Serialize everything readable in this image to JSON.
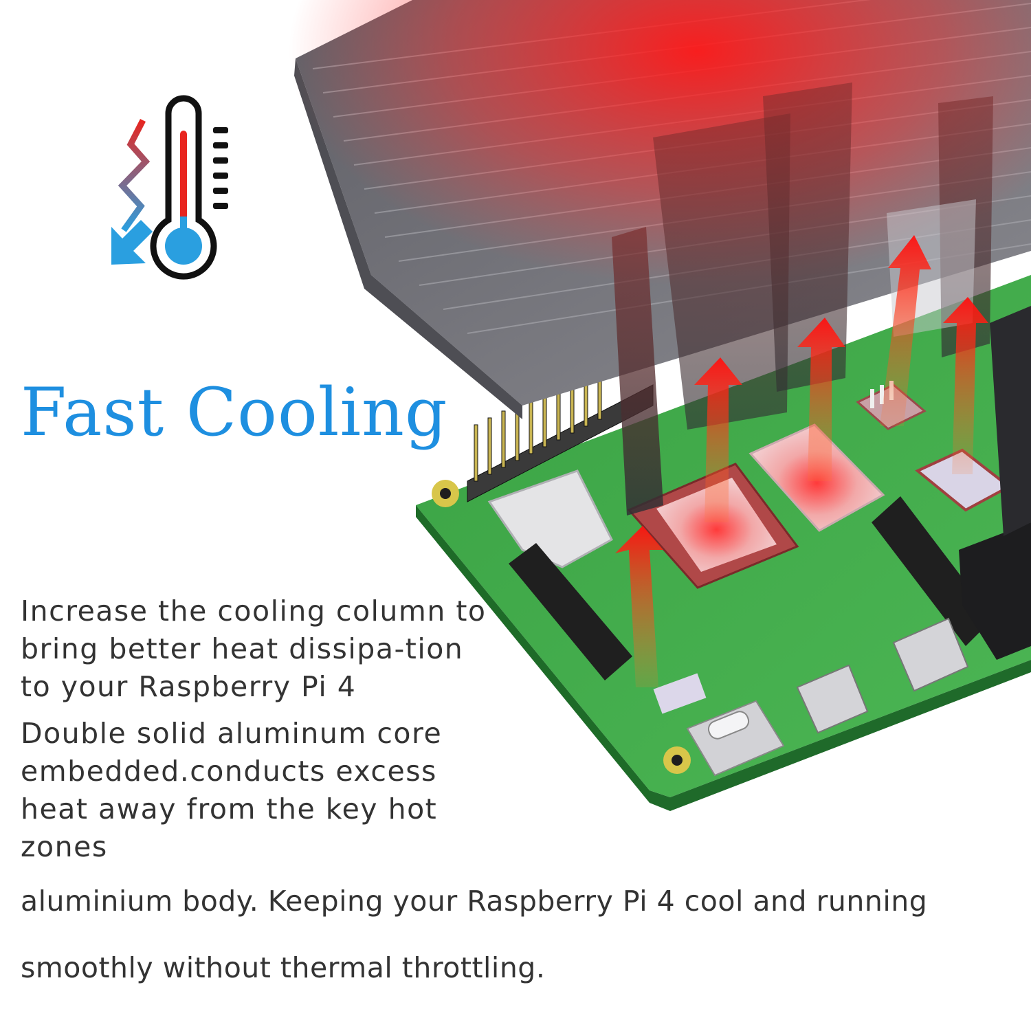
{
  "headline": "Fast Cooling",
  "paragraphs": [
    "Increase the cooling column to bring better heat dissipa-tion to your Raspberry Pi 4",
    "Double solid aluminum core embedded.conducts excess heat away from the key hot zones",
    "aluminium body. Keeping your Raspberry Pi 4 cool and running smoothly without thermal throttling."
  ],
  "colors": {
    "headline": "#1e8fe0",
    "text": "#333333",
    "heat": "#e02020",
    "cool": "#2a9fe0",
    "pcb": "#3fa848",
    "case": "#6b6b70"
  },
  "icons": [
    "thermometer-icon",
    "lightning-bolt-icon",
    "cool-arrow-icon",
    "heat-arrow-icon"
  ]
}
